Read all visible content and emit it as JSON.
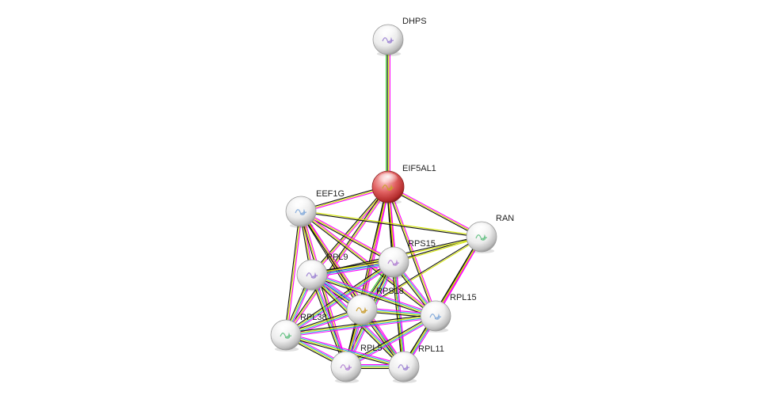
{
  "network": {
    "colors": {
      "query_node": "#d94b4b",
      "node": "#eeeeee",
      "edge_experiments": "#ff00ff",
      "edge_textmining": "#d4e600",
      "edge_coexpression": "#111111",
      "edge_database": "#2bb5d6",
      "edge_neighborhood": "#1f3bd6",
      "edge_homology": "#3bd62b"
    },
    "nodes": [
      {
        "id": "DHPS",
        "label": "DHPS",
        "query": false,
        "icon": "protein-structure-icon"
      },
      {
        "id": "EIF5AL1",
        "label": "EIF5AL1",
        "query": true,
        "icon": "protein-structure-icon"
      },
      {
        "id": "EEF1G",
        "label": "EEF1G",
        "query": false,
        "icon": "protein-structure-icon"
      },
      {
        "id": "RAN",
        "label": "RAN",
        "query": false,
        "icon": "protein-structure-icon"
      },
      {
        "id": "RPS15",
        "label": "RPS15",
        "query": false,
        "icon": "protein-structure-icon"
      },
      {
        "id": "RPL9",
        "label": "RPL9",
        "query": false,
        "icon": "protein-structure-icon"
      },
      {
        "id": "RPS18",
        "label": "RPS18",
        "query": false,
        "icon": "protein-structure-icon"
      },
      {
        "id": "RPL15",
        "label": "RPL15",
        "query": false,
        "icon": "protein-structure-icon"
      },
      {
        "id": "RPL38",
        "label": "RPL38",
        "query": false,
        "icon": "protein-structure-icon"
      },
      {
        "id": "RPL5",
        "label": "RPL5",
        "query": false,
        "icon": "protein-structure-icon"
      },
      {
        "id": "RPL11",
        "label": "RPL11",
        "query": false,
        "icon": "protein-structure-icon"
      }
    ],
    "edges": [
      {
        "source": "DHPS",
        "target": "EIF5AL1",
        "types": [
          "experiments",
          "textmining",
          "coexpression",
          "homology"
        ]
      },
      {
        "source": "EIF5AL1",
        "target": "EEF1G",
        "types": [
          "experiments",
          "textmining",
          "coexpression"
        ]
      },
      {
        "source": "EIF5AL1",
        "target": "RAN",
        "types": [
          "experiments",
          "textmining",
          "coexpression"
        ]
      },
      {
        "source": "EIF5AL1",
        "target": "RPS15",
        "types": [
          "experiments",
          "textmining",
          "coexpression"
        ]
      },
      {
        "source": "EIF5AL1",
        "target": "RPL9",
        "types": [
          "experiments",
          "textmining",
          "coexpression"
        ]
      },
      {
        "source": "EIF5AL1",
        "target": "RPS18",
        "types": [
          "experiments",
          "textmining",
          "coexpression"
        ]
      },
      {
        "source": "EIF5AL1",
        "target": "RPL15",
        "types": [
          "experiments",
          "textmining",
          "coexpression"
        ]
      },
      {
        "source": "EIF5AL1",
        "target": "RPL38",
        "types": [
          "experiments",
          "textmining",
          "coexpression"
        ]
      },
      {
        "source": "EIF5AL1",
        "target": "RPL5",
        "types": [
          "experiments",
          "textmining",
          "coexpression"
        ]
      },
      {
        "source": "EIF5AL1",
        "target": "RPL11",
        "types": [
          "experiments",
          "textmining",
          "coexpression"
        ]
      },
      {
        "source": "EEF1G",
        "target": "RAN",
        "types": [
          "textmining",
          "coexpression"
        ]
      },
      {
        "source": "EEF1G",
        "target": "RPS15",
        "types": [
          "experiments",
          "textmining",
          "coexpression"
        ]
      },
      {
        "source": "EEF1G",
        "target": "RPL9",
        "types": [
          "experiments",
          "textmining",
          "coexpression"
        ]
      },
      {
        "source": "EEF1G",
        "target": "RPS18",
        "types": [
          "experiments",
          "textmining",
          "coexpression"
        ]
      },
      {
        "source": "EEF1G",
        "target": "RPL15",
        "types": [
          "experiments",
          "textmining",
          "coexpression"
        ]
      },
      {
        "source": "EEF1G",
        "target": "RPL38",
        "types": [
          "experiments",
          "textmining",
          "coexpression"
        ]
      },
      {
        "source": "EEF1G",
        "target": "RPL5",
        "types": [
          "experiments",
          "textmining",
          "coexpression"
        ]
      },
      {
        "source": "EEF1G",
        "target": "RPL11",
        "types": [
          "experiments",
          "textmining",
          "coexpression"
        ]
      },
      {
        "source": "RAN",
        "target": "RPS15",
        "types": [
          "textmining",
          "coexpression"
        ]
      },
      {
        "source": "RAN",
        "target": "RPL9",
        "types": [
          "textmining",
          "coexpression"
        ]
      },
      {
        "source": "RAN",
        "target": "RPS18",
        "types": [
          "textmining",
          "coexpression"
        ]
      },
      {
        "source": "RAN",
        "target": "RPL15",
        "types": [
          "experiments",
          "textmining",
          "coexpression"
        ]
      },
      {
        "source": "RAN",
        "target": "RPL11",
        "types": [
          "experiments",
          "textmining",
          "coexpression"
        ]
      },
      {
        "source": "RPS15",
        "target": "RPL9",
        "types": [
          "experiments",
          "database",
          "neighborhood",
          "textmining",
          "coexpression"
        ]
      },
      {
        "source": "RPS15",
        "target": "RPS18",
        "types": [
          "experiments",
          "database",
          "textmining",
          "coexpression",
          "homology"
        ]
      },
      {
        "source": "RPS15",
        "target": "RPL15",
        "types": [
          "experiments",
          "database",
          "textmining",
          "coexpression"
        ]
      },
      {
        "source": "RPS15",
        "target": "RPL38",
        "types": [
          "experiments",
          "database",
          "textmining",
          "coexpression"
        ]
      },
      {
        "source": "RPS15",
        "target": "RPL5",
        "types": [
          "experiments",
          "database",
          "textmining",
          "coexpression"
        ]
      },
      {
        "source": "RPS15",
        "target": "RPL11",
        "types": [
          "experiments",
          "database",
          "textmining",
          "coexpression"
        ]
      },
      {
        "source": "RPL9",
        "target": "RPS18",
        "types": [
          "experiments",
          "database",
          "neighborhood",
          "textmining",
          "coexpression"
        ]
      },
      {
        "source": "RPL9",
        "target": "RPL15",
        "types": [
          "experiments",
          "database",
          "textmining",
          "coexpression"
        ]
      },
      {
        "source": "RPL9",
        "target": "RPL38",
        "types": [
          "experiments",
          "database",
          "textmining",
          "coexpression"
        ]
      },
      {
        "source": "RPL9",
        "target": "RPL5",
        "types": [
          "experiments",
          "database",
          "textmining",
          "coexpression"
        ]
      },
      {
        "source": "RPL9",
        "target": "RPL11",
        "types": [
          "experiments",
          "database",
          "textmining",
          "coexpression"
        ]
      },
      {
        "source": "RPS18",
        "target": "RPL15",
        "types": [
          "experiments",
          "database",
          "textmining",
          "coexpression"
        ]
      },
      {
        "source": "RPS18",
        "target": "RPL38",
        "types": [
          "experiments",
          "database",
          "textmining",
          "coexpression"
        ]
      },
      {
        "source": "RPS18",
        "target": "RPL5",
        "types": [
          "experiments",
          "database",
          "textmining",
          "coexpression"
        ]
      },
      {
        "source": "RPS18",
        "target": "RPL11",
        "types": [
          "experiments",
          "database",
          "textmining",
          "coexpression"
        ]
      },
      {
        "source": "RPL15",
        "target": "RPL38",
        "types": [
          "experiments",
          "database",
          "textmining",
          "coexpression"
        ]
      },
      {
        "source": "RPL15",
        "target": "RPL5",
        "types": [
          "experiments",
          "database",
          "textmining",
          "coexpression"
        ]
      },
      {
        "source": "RPL15",
        "target": "RPL11",
        "types": [
          "experiments",
          "database",
          "textmining",
          "coexpression"
        ]
      },
      {
        "source": "RPL38",
        "target": "RPL5",
        "types": [
          "experiments",
          "database",
          "textmining",
          "coexpression"
        ]
      },
      {
        "source": "RPL38",
        "target": "RPL11",
        "types": [
          "experiments",
          "database",
          "textmining",
          "coexpression"
        ]
      },
      {
        "source": "RPL5",
        "target": "RPL11",
        "types": [
          "experiments",
          "database",
          "textmining",
          "coexpression"
        ]
      }
    ]
  }
}
